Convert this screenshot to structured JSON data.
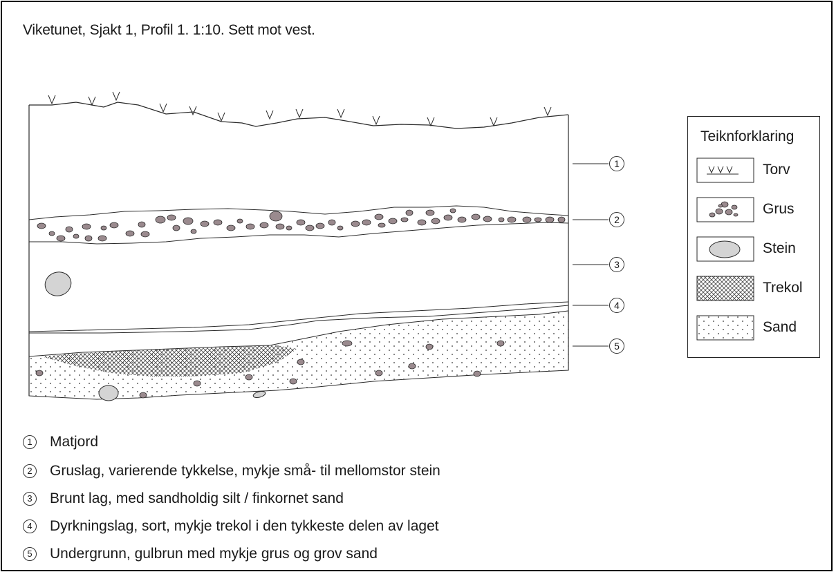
{
  "title": "Viketunet,  Sjakt 1, Profil 1.   1:10. Sett mot vest.",
  "legend": {
    "title": "Teiknforklaring",
    "items": [
      {
        "label": "Torv",
        "pattern": "grass-symbol"
      },
      {
        "label": "Grus",
        "pattern": "gravel-pebbles"
      },
      {
        "label": "Stein",
        "pattern": "stone-oval"
      },
      {
        "label": "Trekol",
        "pattern": "crosshatch"
      },
      {
        "label": "Sand",
        "pattern": "dotted"
      }
    ]
  },
  "layers": [
    {
      "number": "1",
      "description": "Matjord"
    },
    {
      "number": "2",
      "description": "Gruslag, varierende tykkelse, mykje små- til mellomstor stein"
    },
    {
      "number": "3",
      "description": "Brunt lag, med sandholdig silt / finkornet sand"
    },
    {
      "number": "4",
      "description": "Dyrkningslag, sort, mykje trekol i den tykkeste delen av laget"
    },
    {
      "number": "5",
      "description": "Undergrunn, gulbrun med mykje grus og grov sand"
    }
  ],
  "colors": {
    "pebble_fill": "#9a8a8e",
    "stone_fill": "#d4d4d4",
    "line": "#2a2a2a"
  }
}
